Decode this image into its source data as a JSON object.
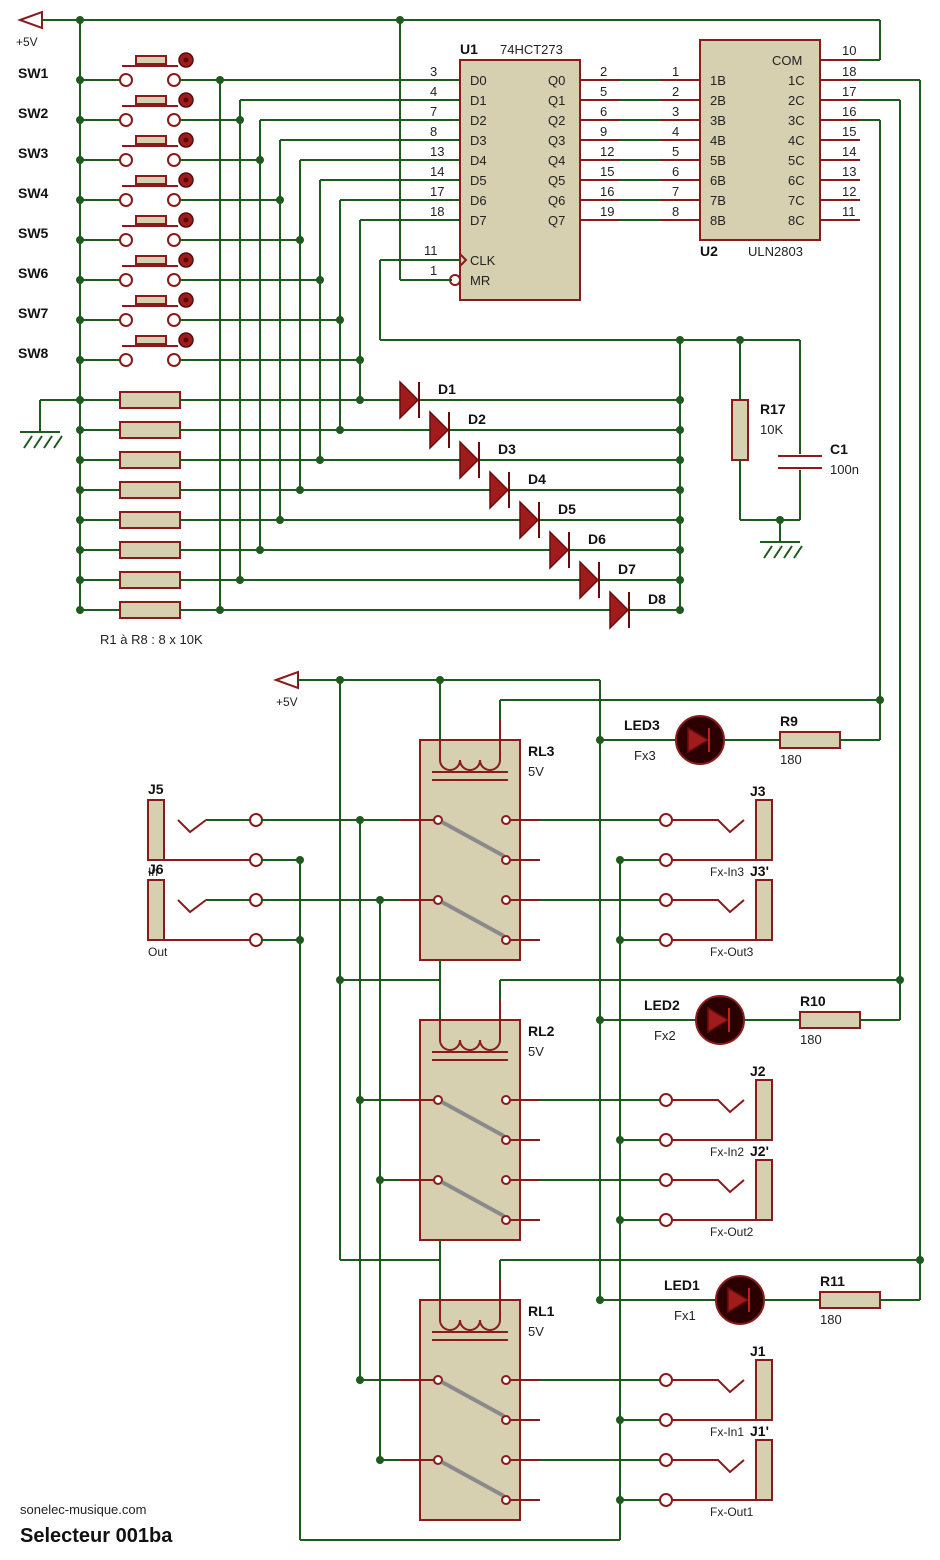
{
  "supply_top": "+5V",
  "supply_bottom": "+5V",
  "switches": [
    "SW1",
    "SW2",
    "SW3",
    "SW4",
    "SW5",
    "SW6",
    "SW7",
    "SW8"
  ],
  "u1": {
    "ref": "U1",
    "part": "74HCT273",
    "inputs": [
      [
        "3",
        "D0"
      ],
      [
        "4",
        "D1"
      ],
      [
        "7",
        "D2"
      ],
      [
        "8",
        "D3"
      ],
      [
        "13",
        "D4"
      ],
      [
        "14",
        "D5"
      ],
      [
        "17",
        "D6"
      ],
      [
        "18",
        "D7"
      ]
    ],
    "outputs": [
      [
        "Q0",
        "2"
      ],
      [
        "Q1",
        "5"
      ],
      [
        "Q2",
        "6"
      ],
      [
        "Q3",
        "9"
      ],
      [
        "Q4",
        "12"
      ],
      [
        "Q5",
        "15"
      ],
      [
        "Q6",
        "16"
      ],
      [
        "Q7",
        "19"
      ]
    ],
    "clk": [
      "11",
      "CLK"
    ],
    "mr": [
      "1",
      "MR"
    ]
  },
  "u2": {
    "ref": "U2",
    "part": "ULN2803",
    "inputs": [
      [
        "1",
        "1B"
      ],
      [
        "2",
        "2B"
      ],
      [
        "3",
        "3B"
      ],
      [
        "4",
        "4B"
      ],
      [
        "5",
        "5B"
      ],
      [
        "6",
        "6B"
      ],
      [
        "7",
        "7B"
      ],
      [
        "8",
        "8B"
      ]
    ],
    "com": [
      "COM",
      "10"
    ],
    "outputs": [
      [
        "1C",
        "18"
      ],
      [
        "2C",
        "17"
      ],
      [
        "3C",
        "16"
      ],
      [
        "4C",
        "15"
      ],
      [
        "5C",
        "14"
      ],
      [
        "6C",
        "13"
      ],
      [
        "7C",
        "12"
      ],
      [
        "8C",
        "11"
      ]
    ]
  },
  "diodes": [
    "D1",
    "D2",
    "D3",
    "D4",
    "D5",
    "D6",
    "D7",
    "D8"
  ],
  "resistor_bank": "R1 à R8 : 8 x 10K",
  "r17": {
    "ref": "R17",
    "value": "10K"
  },
  "c1": {
    "ref": "C1",
    "value": "100n"
  },
  "relays": [
    {
      "ref": "RL3",
      "value": "5V"
    },
    {
      "ref": "RL2",
      "value": "5V"
    },
    {
      "ref": "RL1",
      "value": "5V"
    }
  ],
  "leds": [
    {
      "ref": "LED3",
      "label": "Fx3",
      "res": "R9",
      "val": "180"
    },
    {
      "ref": "LED2",
      "label": "Fx2",
      "res": "R10",
      "val": "180"
    },
    {
      "ref": "LED1",
      "label": "Fx1",
      "res": "R11",
      "val": "180"
    }
  ],
  "jacks_left": [
    {
      "ref": "J5",
      "label": "In"
    },
    {
      "ref": "J6",
      "label": "Out"
    }
  ],
  "jacks_right": [
    {
      "ref": "J3",
      "label": "Fx-In3"
    },
    {
      "ref": "J3'",
      "label": "Fx-Out3"
    },
    {
      "ref": "J2",
      "label": "Fx-In2"
    },
    {
      "ref": "J2'",
      "label": "Fx-Out2"
    },
    {
      "ref": "J1",
      "label": "Fx-In1"
    },
    {
      "ref": "J1'",
      "label": "Fx-Out1"
    }
  ],
  "website": "sonelec-musique.com",
  "title": "Selecteur 001ba"
}
